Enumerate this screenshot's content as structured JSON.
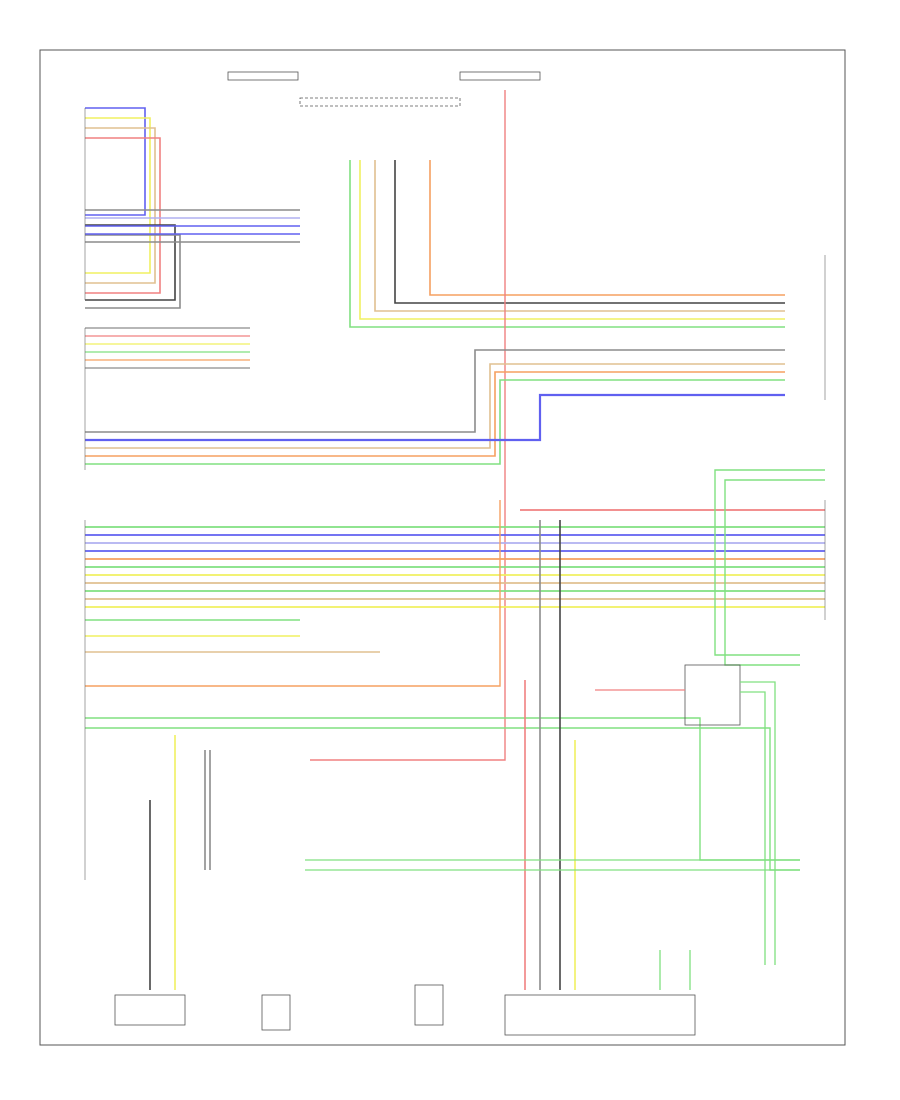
{
  "colors": {
    "background": "#ffffff",
    "frame": "#555555",
    "wire_gray": "#8c8c8c",
    "wire_red": "#f08080",
    "wire_orange": "#f5a060",
    "wire_yellow": "#f0f060",
    "wire_green": "#80e080",
    "wire_blue": "#6060f0",
    "wire_violet": "#b0b0f0",
    "wire_tan": "#e0c090",
    "wire_black": "#444444"
  },
  "wires": [
    {
      "name": "wire-red-vertical",
      "color": "wire_red"
    },
    {
      "name": "wire-orange-horizontal",
      "color": "wire_orange"
    },
    {
      "name": "wire-green-horizontal",
      "color": "wire_green"
    },
    {
      "name": "wire-blue-horizontal",
      "color": "wire_blue"
    },
    {
      "name": "wire-yellow-vertical",
      "color": "wire_yellow"
    },
    {
      "name": "wire-gray-horizontal",
      "color": "wire_gray"
    }
  ]
}
